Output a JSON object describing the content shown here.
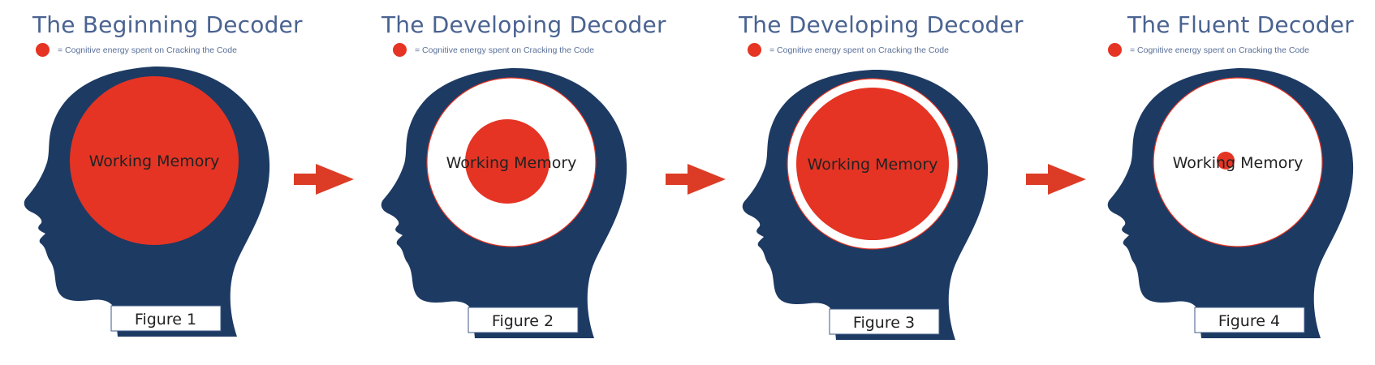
{
  "colors": {
    "head": "#1d3a63",
    "energy": "#e53424",
    "arrow": "#dc3c26",
    "title": "#4a6391",
    "memory_bg": "#ffffff"
  },
  "legend": {
    "icon": "red-dot",
    "text": "=  Cognitive energy spent on Cracking the Code"
  },
  "working_memory_label": "Working Memory",
  "panels": [
    {
      "title": "The Beginning Decoder",
      "figure": "Figure 1",
      "energy_fraction": "full"
    },
    {
      "title": "The Developing Decoder",
      "figure": "Figure 2",
      "energy_fraction": "half"
    },
    {
      "title": "The Developing Decoder",
      "figure": "Figure 3",
      "energy_fraction": "most"
    },
    {
      "title": "The Fluent Decoder",
      "figure": "Figure 4",
      "energy_fraction": "tiny"
    }
  ],
  "arrows": [
    "arrow-1-to-2",
    "arrow-2-to-3",
    "arrow-3-to-4"
  ]
}
